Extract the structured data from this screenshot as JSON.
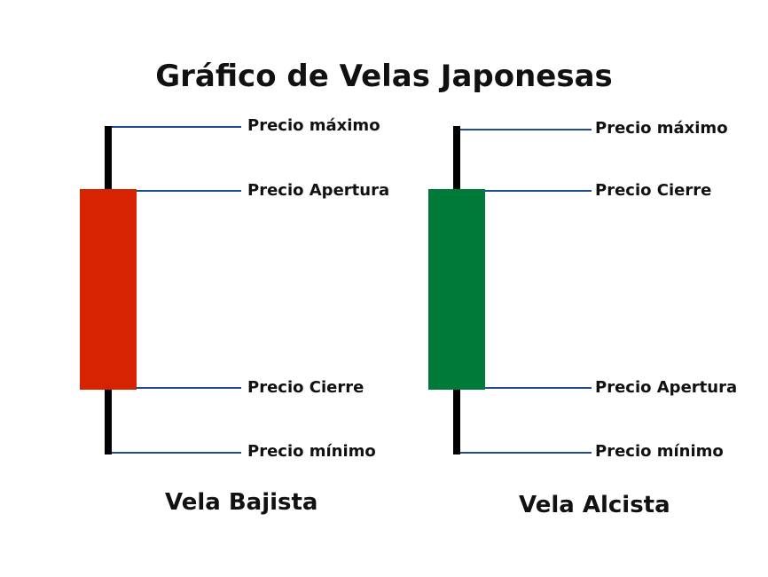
{
  "title": "Gráfico de Velas Japonesas",
  "colors": {
    "bearish": "#d62400",
    "bullish": "#007a38",
    "wick": "#000000",
    "leader": "#1f4f8a"
  },
  "candles": [
    {
      "caption": "Vela Bajista",
      "labels": [
        "Precio máximo",
        "Precio Apertura",
        "Precio Cierre",
        "Precio mínimo"
      ]
    },
    {
      "caption": "Vela Alcista",
      "labels": [
        "Precio máximo",
        "Precio Cierre",
        "Precio Apertura",
        "Precio mínimo"
      ]
    }
  ]
}
